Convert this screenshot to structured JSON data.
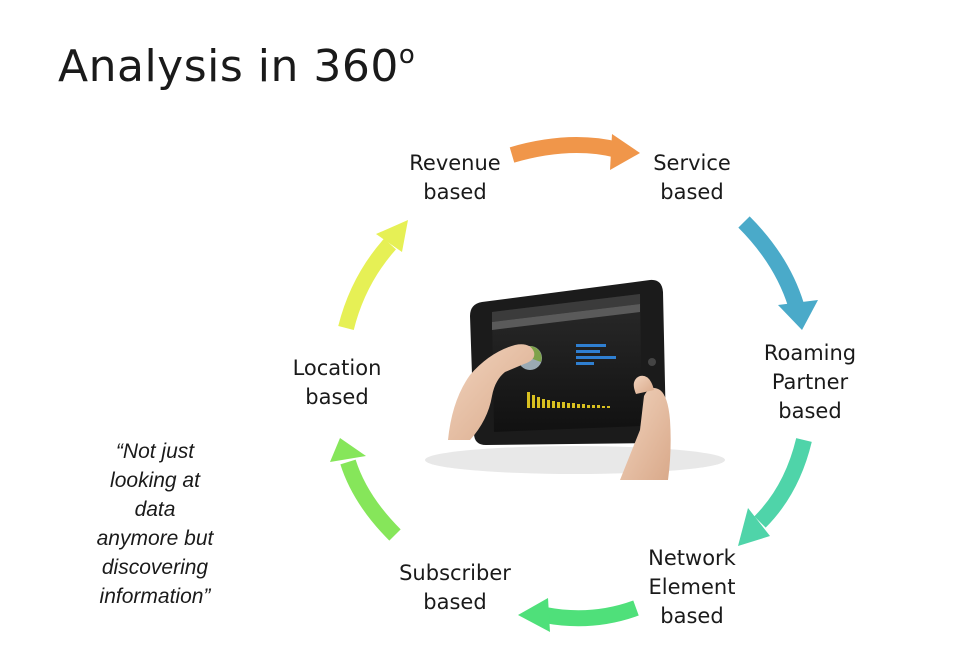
{
  "title": {
    "text": "Analysis in 360",
    "superscript": "o"
  },
  "cycle_nodes": [
    {
      "id": "revenue",
      "lines": [
        "Revenue",
        "based"
      ]
    },
    {
      "id": "service",
      "lines": [
        "Service",
        "based"
      ]
    },
    {
      "id": "roaming",
      "lines": [
        "Roaming",
        "Partner",
        "based"
      ]
    },
    {
      "id": "network",
      "lines": [
        "Network",
        "Element",
        "based"
      ]
    },
    {
      "id": "subscriber",
      "lines": [
        "Subscriber",
        "based"
      ]
    },
    {
      "id": "location",
      "lines": [
        "Location",
        "based"
      ]
    }
  ],
  "quote": {
    "lines": [
      "“Not just",
      "looking at",
      "data",
      "anymore but",
      "discovering",
      "information”"
    ]
  },
  "arrow_colors": {
    "revenue_to_service": "#f0964a",
    "service_to_roaming": "#4aaac9",
    "roaming_to_network": "#4fd4a9",
    "network_to_subscriber": "#4fe07a",
    "subscriber_to_location": "#86e65a",
    "location_to_revenue": "#e6f055"
  },
  "tablet_image": {
    "icon": "tablet-dashboard-image"
  }
}
